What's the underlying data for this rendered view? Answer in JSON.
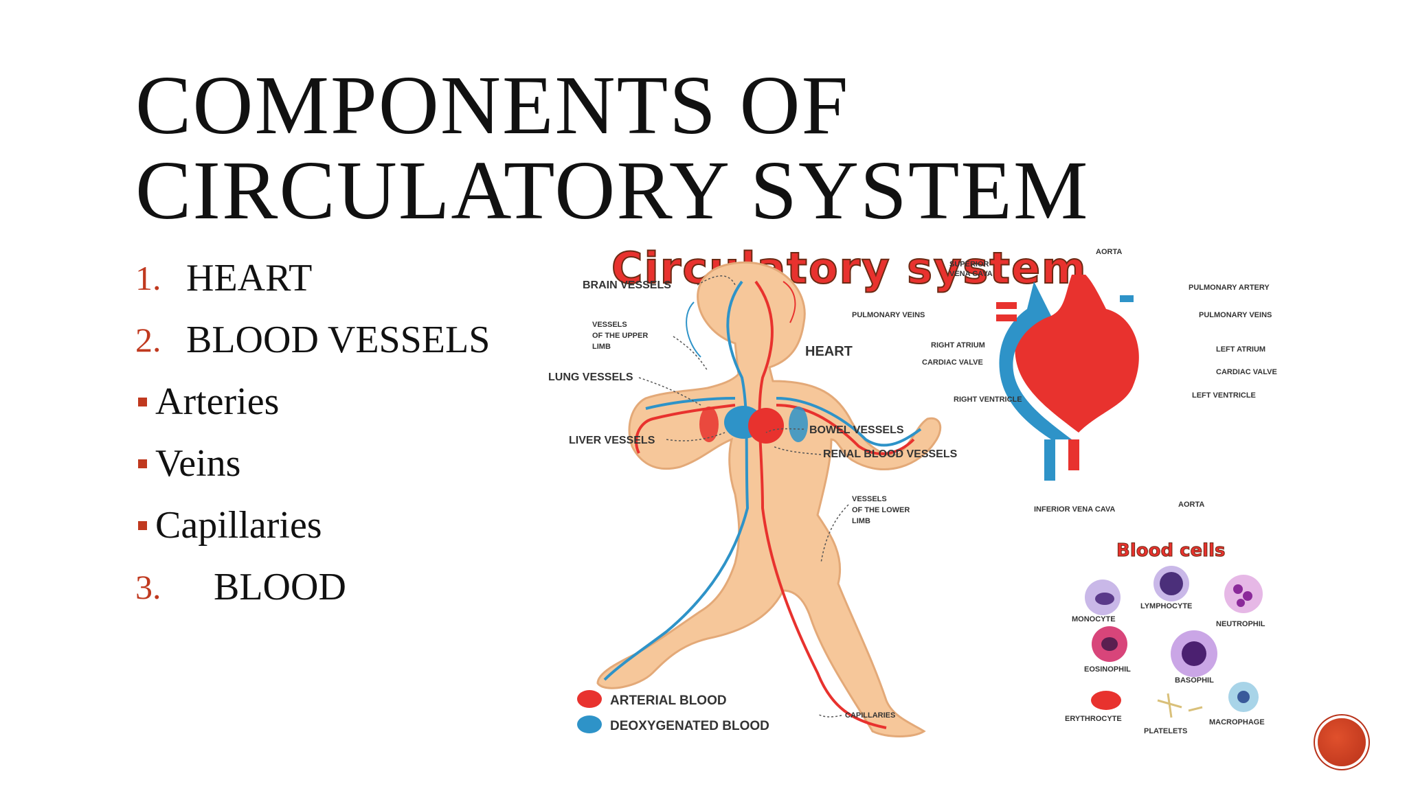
{
  "slide": {
    "title_line1": "COMPONENTS OF",
    "title_line2": "CIRCULATORY SYSTEM",
    "items": [
      {
        "marker": "1.",
        "text": "HEART"
      },
      {
        "marker": "2.",
        "text": "BLOOD VESSELS"
      },
      {
        "marker": "bullet",
        "text": "Arteries"
      },
      {
        "marker": "bullet",
        "text": "Veins"
      },
      {
        "marker": "bullet",
        "text": "Capillaries"
      },
      {
        "marker": "3.",
        "text": "BLOOD"
      }
    ]
  },
  "figure": {
    "title": "Circulatory system",
    "body_labels": {
      "brain": "BRAIN VESSELS",
      "upper_limb": [
        "VESSELS",
        "OF THE UPPER",
        "LIMB"
      ],
      "lung": "LUNG VESSELS",
      "liver": "LIVER VESSELS",
      "heart": "HEART",
      "bowel": "BOWEL VESSELS",
      "renal": "RENAL BLOOD VESSELS",
      "lower_limb": [
        "VESSELS",
        "OF THE LOWER",
        "LIMB"
      ],
      "capillaries": "CAPILLARIES"
    },
    "heart_labels": {
      "sup_vena_cava": [
        "SUPERIOR",
        "VENA CAVA"
      ],
      "aorta_top": "AORTA",
      "pulm_artery": "PULMONARY ARTERY",
      "pulm_veins_left": "PULMONARY VEINS",
      "pulm_veins_right": "PULMONARY VEINS",
      "right_atrium": "RIGHT ATRIUM",
      "left_atrium": "LEFT ATRIUM",
      "cardiac_valve_left": "CARDIAC VALVE",
      "cardiac_valve_right": "CARDIAC VALVE",
      "left_ventricle": "LEFT VENTRICLE",
      "right_ventricle": "RIGHT VENTRICLE",
      "inf_vena_cava": "INFERIOR VENA CAVA",
      "aorta_bottom": "AORTA"
    },
    "blood_cells_title": "Blood cells",
    "cells": [
      "MONOCYTE",
      "LYMPHOCYTE",
      "NEUTROPHIL",
      "EOSINOPHIL",
      "BASOPHIL",
      "ERYTHROCYTE",
      "PLATELETS",
      "MACROPHAGE"
    ],
    "legend": [
      {
        "label": "ARTERIAL BLOOD",
        "color": "#e8322e"
      },
      {
        "label": "DEOXYGENATED BLOOD",
        "color": "#2e93c8"
      }
    ],
    "colors": {
      "skin": "#f6c79a",
      "artery": "#e8322e",
      "vein": "#2e93c8",
      "accent": "#c0391f"
    }
  }
}
